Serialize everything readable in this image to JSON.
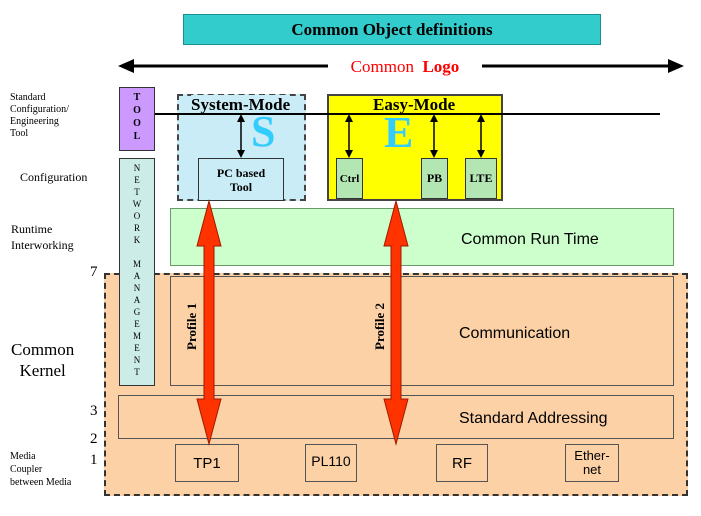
{
  "header": {
    "common_object_definitions": "Common Object definitions",
    "common_logo_word1": "Common",
    "common_logo_word2": "Logo"
  },
  "left_labels": {
    "standard_config": [
      "Standard",
      "Configuration/",
      "Engineering",
      "Tool"
    ],
    "configuration": "Configuration",
    "runtime": [
      "Runtime",
      "Interworking"
    ],
    "common_kernel": [
      "Common",
      "Kernel"
    ],
    "media_coupler": [
      "Media",
      "Coupler",
      "between Media"
    ]
  },
  "layer_numbers": {
    "l7": "7",
    "l3": "3",
    "l2": "2",
    "l1": "1"
  },
  "tool_letters": [
    "T",
    "O",
    "O",
    "L"
  ],
  "network_management_letters": [
    "N",
    "E",
    "T",
    "W",
    "O",
    "R",
    "K",
    "",
    "M",
    "A",
    "N",
    "A",
    "G",
    "E",
    "M",
    "E",
    "N",
    "T"
  ],
  "system_mode": {
    "title": "System-Mode",
    "letter": "S",
    "pc_tool": [
      "PC based",
      "Tool"
    ]
  },
  "easy_mode": {
    "title": "Easy-Mode",
    "letter": "E",
    "ctrl": "Ctrl",
    "pb": "PB",
    "lte": "LTE"
  },
  "layers": {
    "common_run_time": "Common Run Time",
    "communication": "Communication",
    "standard_addressing": "Standard Addressing"
  },
  "profiles": {
    "profile1": "Profile 1",
    "profile2": "Profile 2"
  },
  "media": {
    "tp1": "TP1",
    "pl110": "PL110",
    "rf": "RF",
    "ethernet": [
      "Ether-",
      "net"
    ]
  },
  "colors": {
    "teal": "#33cccc",
    "light_blue": "#c9ecf6",
    "yellow": "#ffff00",
    "light_green": "#ccffcc",
    "green_box": "#b3e6b3",
    "orange": "#fcd1a6",
    "lavender": "#cc99ff",
    "red_arrow": "#ff3300",
    "logo_red": "#ff0000",
    "letter_blue": "#33ccff"
  }
}
